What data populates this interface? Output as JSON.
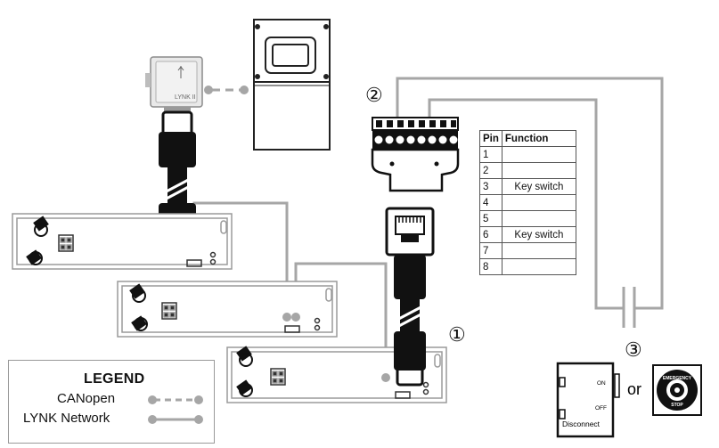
{
  "device": {
    "lynk_label": "LYNK II"
  },
  "callouts": {
    "c1": "①",
    "c2": "②",
    "c3": "③"
  },
  "pin_table": {
    "header_pin": "Pin",
    "header_function": "Function",
    "rows": [
      {
        "pin": "1",
        "function": ""
      },
      {
        "pin": "2",
        "function": ""
      },
      {
        "pin": "3",
        "function": "Key switch"
      },
      {
        "pin": "4",
        "function": ""
      },
      {
        "pin": "5",
        "function": ""
      },
      {
        "pin": "6",
        "function": "Key switch"
      },
      {
        "pin": "7",
        "function": ""
      },
      {
        "pin": "8",
        "function": ""
      }
    ]
  },
  "legend": {
    "title": "LEGEND",
    "canopen": "CANopen",
    "lynk_network": "LYNK Network"
  },
  "switch": {
    "on": "ON",
    "off": "OFF",
    "disconnect": "Disconnect",
    "or": "or",
    "estop_top": "EMERGENCY",
    "estop_bottom": "STOP"
  },
  "colors": {
    "line_gray": "#a6a6a6",
    "outline": "#222222",
    "black": "#111111"
  }
}
